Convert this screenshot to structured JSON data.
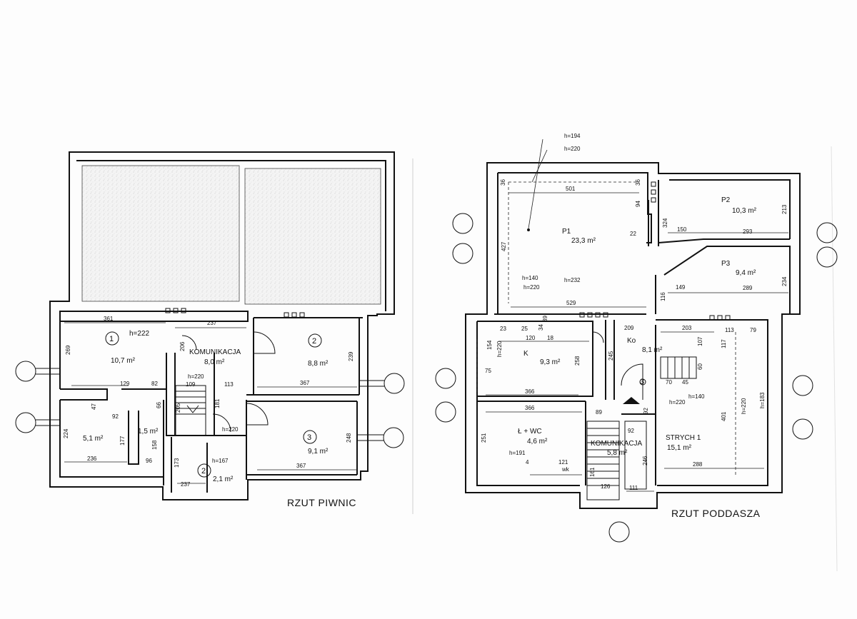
{
  "sheet": {
    "left_plan": {
      "title": "RZUT PIWNIC",
      "rooms": [
        {
          "num": "1",
          "h": "h=222",
          "area": "10,7 m²"
        },
        {
          "name": "KOMUNIKACJA",
          "area": "8,0 m²"
        },
        {
          "num": "2",
          "area": "8,8 m²"
        },
        {
          "area": "5,1 m²"
        },
        {
          "area": "1,5 m²"
        },
        {
          "num": "3",
          "area": "9,1 m²"
        },
        {
          "num": "2",
          "h": "h=167",
          "area": "2,1 m²"
        }
      ],
      "dims": [
        "361",
        "237",
        "269",
        "129",
        "82",
        "47",
        "92",
        "66",
        "224",
        "177",
        "158",
        "236",
        "96",
        "109",
        "113",
        "206",
        "205",
        "181",
        "h=220",
        "h=220",
        "367",
        "239",
        "367",
        "248",
        "173",
        "237"
      ]
    },
    "right_plan": {
      "title": "RZUT PODDASZA",
      "rooms": [
        {
          "name": "P1",
          "area": "23,3 m²",
          "h": "h=232"
        },
        {
          "name": "P2",
          "area": "10,3 m²"
        },
        {
          "name": "P3",
          "area": "9,4 m²"
        },
        {
          "name": "K",
          "area": "9,3 m²"
        },
        {
          "name": "Ko",
          "area": "8,1 m²"
        },
        {
          "name": "Ł + WC",
          "area": "4,6 m²",
          "h": "h=191"
        },
        {
          "name": "KOMUNIKACJA",
          "area": "5,8 m²"
        },
        {
          "name": "STRYCH 1",
          "area": "15,1 m²"
        },
        {
          "num": "3"
        }
      ],
      "dims": [
        "h=194",
        "h=220",
        "36",
        "501",
        "36",
        "94",
        "22",
        "427",
        "150",
        "293",
        "324",
        "213",
        "149",
        "289",
        "116",
        "234",
        "529",
        "h=140",
        "h=220",
        "23",
        "25",
        "39",
        "34",
        "120",
        "18",
        "154",
        "h=220",
        "258",
        "75",
        "366",
        "209",
        "203",
        "113",
        "79",
        "107",
        "117",
        "60",
        "70",
        "45",
        "h=140",
        "h=220",
        "245",
        "92",
        "89",
        "366",
        "251",
        "121",
        "4",
        "92",
        "246",
        "161",
        "126",
        "111",
        "288",
        "401",
        "h=220",
        "h=183"
      ]
    },
    "labels": {
      "wk": "wk"
    }
  }
}
